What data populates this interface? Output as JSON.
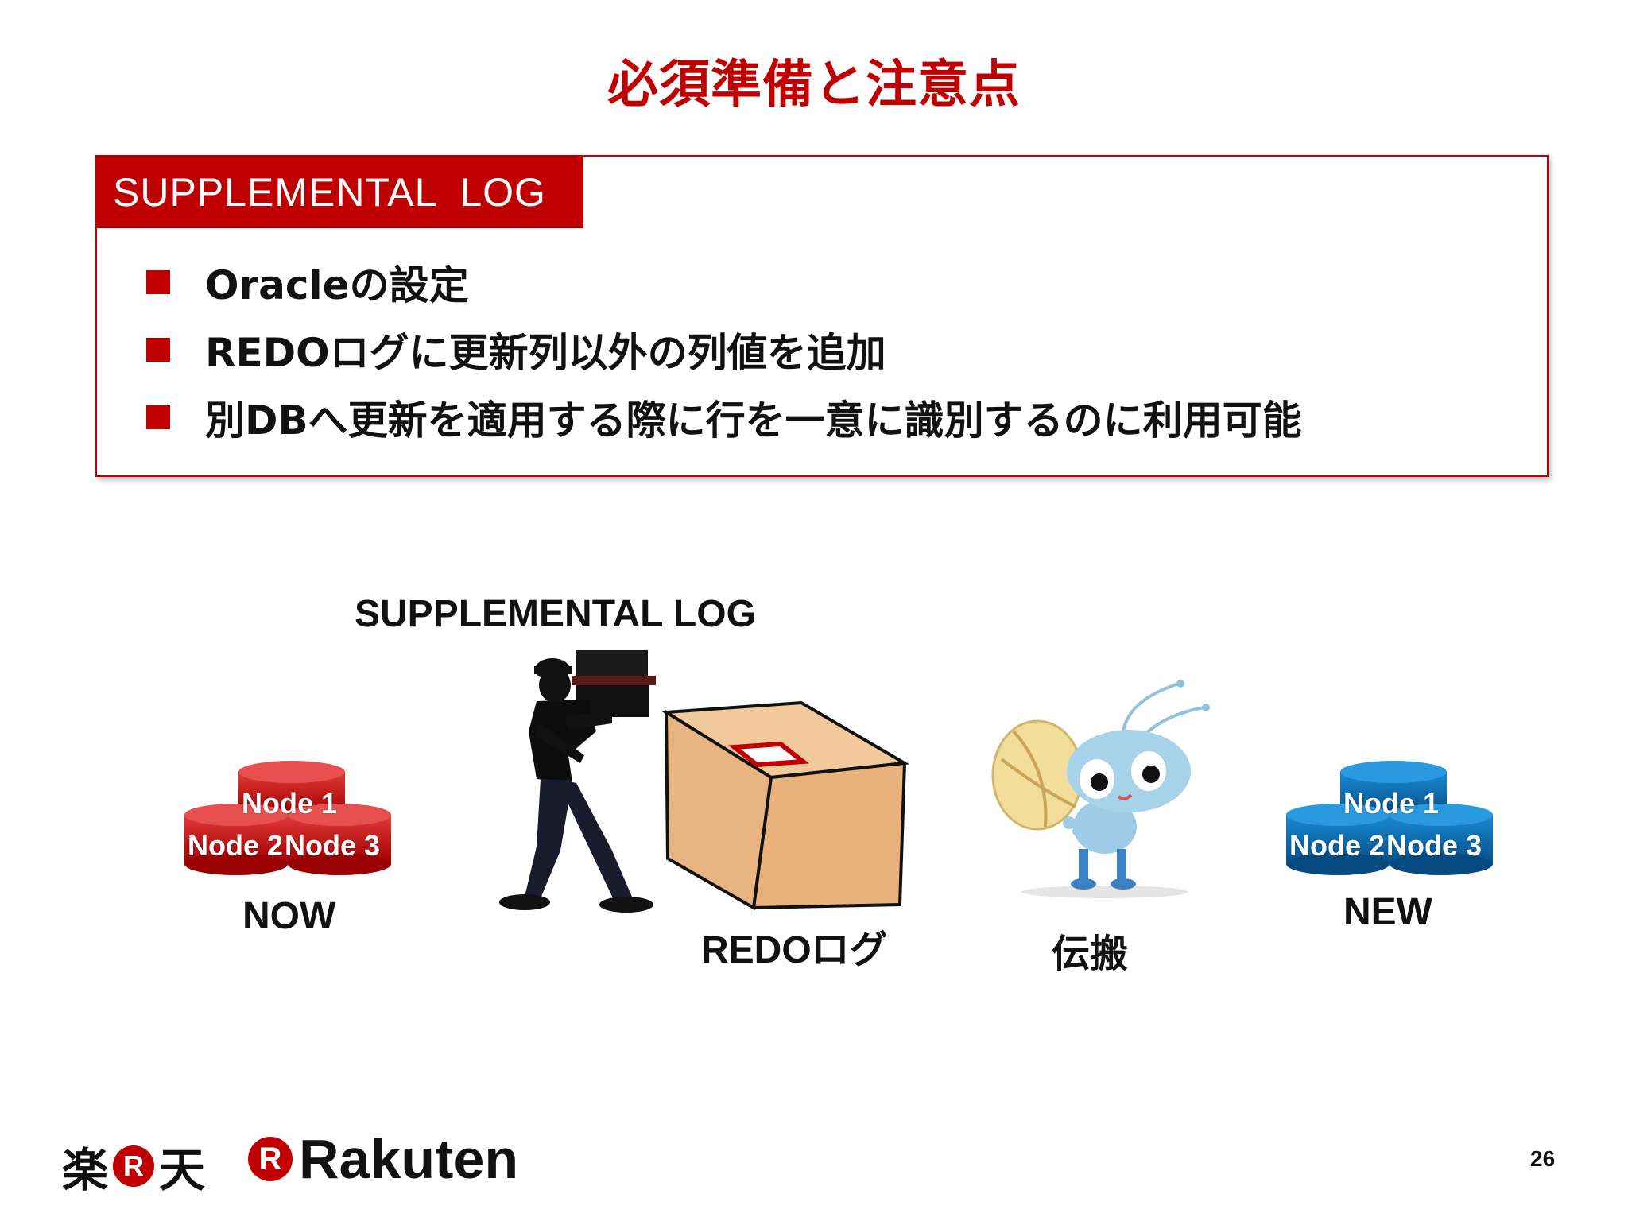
{
  "title": "必須準備と注意点",
  "panel": {
    "header": "SUPPLEMENTAL  LOG",
    "bullets": [
      "Oracleの設定",
      "REDOログに更新列以外の列値を追加",
      "別DBへ更新を適用する際に行を一意に識別するのに利用可能"
    ]
  },
  "diagram": {
    "supplemental_label": "SUPPLEMENTAL LOG",
    "now": {
      "nodes": [
        "Node 1",
        "Node 2",
        "Node 3"
      ],
      "label": "NOW",
      "color": "#c00000"
    },
    "new": {
      "nodes": [
        "Node 1",
        "Node 2",
        "Node 3"
      ],
      "label": "NEW",
      "color": "#0a6fba"
    },
    "redo_label": "REDOログ",
    "transport_label": "伝搬"
  },
  "footer": {
    "logo_jp_left": "楽",
    "logo_r": "R",
    "logo_jp_right": "天",
    "logo_en": "Rakuten",
    "page_number": "26"
  },
  "colors": {
    "accent": "#c00000",
    "blue_db": "#0a6fba"
  }
}
